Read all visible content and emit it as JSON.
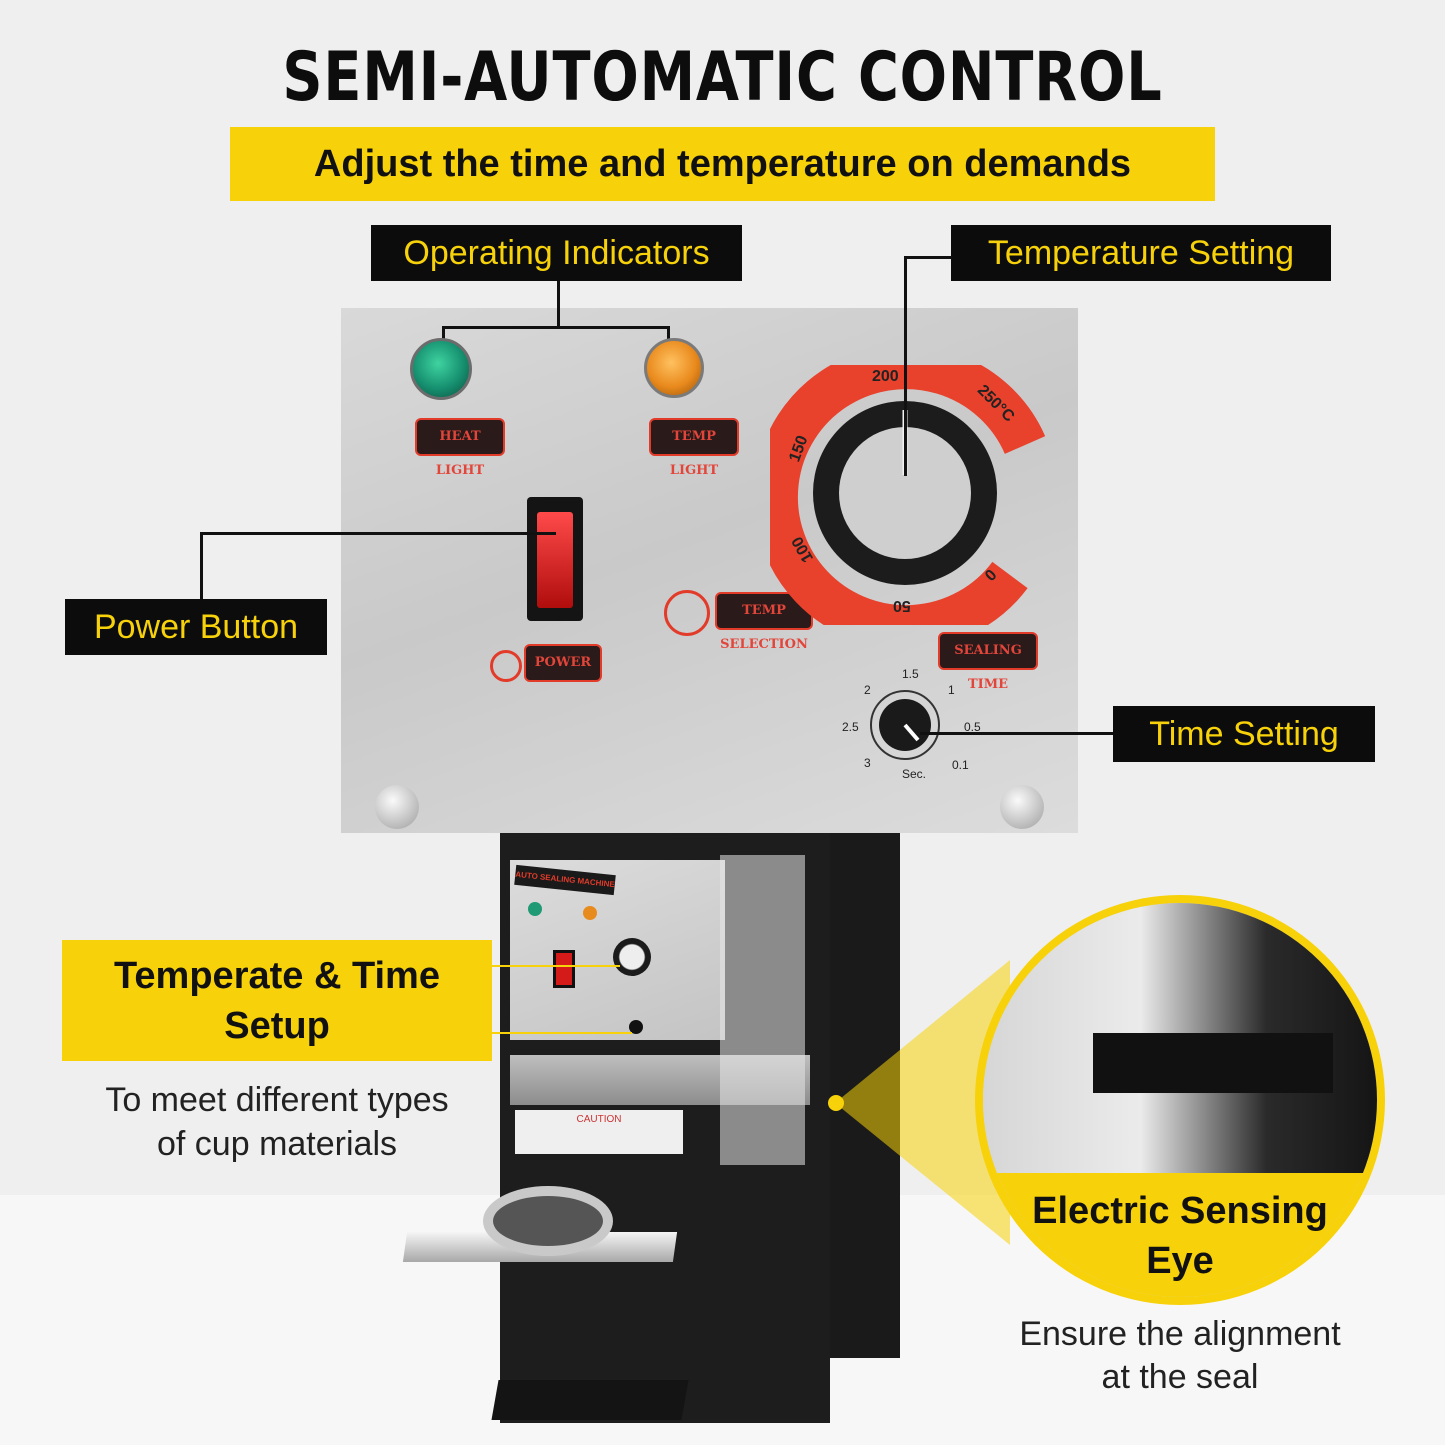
{
  "header": {
    "title": "SEMI-AUTOMATIC CONTROL",
    "subtitle": "Adjust the time and temperature on demands"
  },
  "tags": {
    "operating_indicators": "Operating Indicators",
    "temperature_setting": "Temperature Setting",
    "power_button": "Power Button",
    "time_setting": "Time Setting"
  },
  "panel": {
    "heat_light": "HEAT LIGHT",
    "temp_light": "TEMP LIGHT",
    "power": "POWER",
    "temp_selection": "TEMP SELECTION",
    "sealing_time": "SEALING TIME",
    "temp_dial": [
      "200",
      "250°C",
      "150",
      "100",
      "50",
      "0"
    ],
    "time_dial": [
      "1.5",
      "2",
      "1",
      "2.5",
      "0.5",
      "3",
      "0.1",
      "Sec."
    ]
  },
  "machine": {
    "brand_strip": "AUTO SEALING MACHINE",
    "caution": "CAUTION"
  },
  "callouts": {
    "setup_title": "Temperate & Time Setup",
    "setup_desc_1": "To meet different types",
    "setup_desc_2": "of cup materials",
    "sensor_title_1": "Electric Sensing",
    "sensor_title_2": "Eye",
    "sensor_desc_1": "Ensure the alignment",
    "sensor_desc_2": "at the seal"
  },
  "colors": {
    "accent_yellow": "#f7d10a",
    "tag_black": "#0c0c0c",
    "dial_red": "#e8412c"
  }
}
